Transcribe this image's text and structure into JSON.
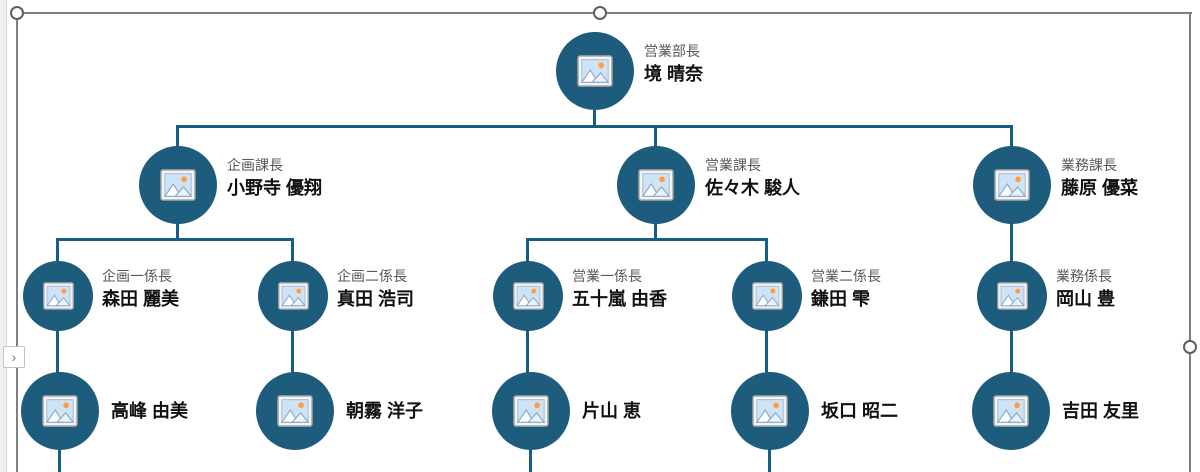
{
  "colors": {
    "node_fill": "#1E5C7E",
    "connector": "#156082",
    "title_text": "#595959",
    "name_text": "#111111",
    "selection": "#7F7F7F"
  },
  "text_pane_toggle": {
    "label": "›"
  },
  "org_chart": {
    "type": "org-tree",
    "nodes": [
      {
        "title": "営業部長",
        "name": "境 晴奈",
        "level": 1,
        "parent": null,
        "continues_below": false
      },
      {
        "title": "企画課長",
        "name": "小野寺 優翔",
        "level": 2,
        "parent": 0,
        "continues_below": false
      },
      {
        "title": "営業課長",
        "name": "佐々木 駿人",
        "level": 2,
        "parent": 0,
        "continues_below": false
      },
      {
        "title": "業務課長",
        "name": "藤原 優菜",
        "level": 2,
        "parent": 0,
        "continues_below": false
      },
      {
        "title": "企画一係長",
        "name": "森田 麗美",
        "level": 3,
        "parent": 1,
        "continues_below": false
      },
      {
        "title": "企画二係長",
        "name": "真田 浩司",
        "level": 3,
        "parent": 1,
        "continues_below": false
      },
      {
        "title": "営業一係長",
        "name": "五十嵐 由香",
        "level": 3,
        "parent": 2,
        "continues_below": false
      },
      {
        "title": "営業二係長",
        "name": "鎌田 雫",
        "level": 3,
        "parent": 2,
        "continues_below": false
      },
      {
        "title": "業務係長",
        "name": "岡山 豊",
        "level": 3,
        "parent": 3,
        "continues_below": false
      },
      {
        "title": "",
        "name": "高峰 由美",
        "level": 4,
        "parent": 4,
        "continues_below": true
      },
      {
        "title": "",
        "name": "朝霧 洋子",
        "level": 4,
        "parent": 5,
        "continues_below": false
      },
      {
        "title": "",
        "name": "片山 恵",
        "level": 4,
        "parent": 6,
        "continues_below": true
      },
      {
        "title": "",
        "name": "坂口 昭二",
        "level": 4,
        "parent": 7,
        "continues_below": true
      },
      {
        "title": "",
        "name": "吉田 友里",
        "level": 4,
        "parent": 8,
        "continues_below": false
      }
    ]
  }
}
